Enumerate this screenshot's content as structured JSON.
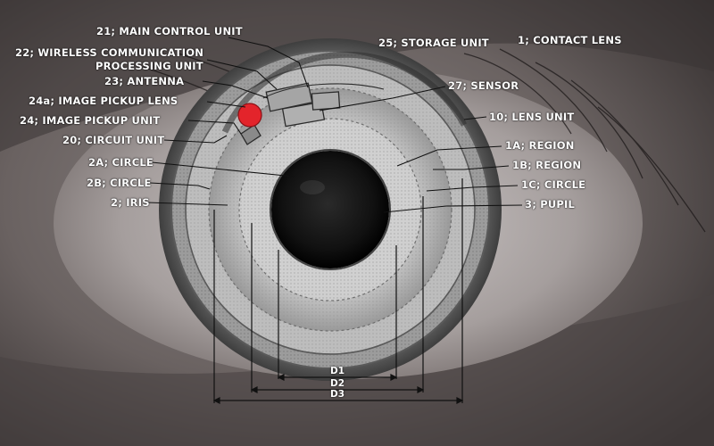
{
  "labels": {
    "l21": "21; MAIN CONTROL UNIT",
    "l22a": "22; WIRELESS COMMUNICATION",
    "l22b": "PROCESSING UNIT",
    "l23": "23; ANTENNA",
    "l24a": "24a; IMAGE PICKUP LENS",
    "l24": "24; IMAGE PICKUP UNIT",
    "l20": "20; CIRCUIT UNIT",
    "l2A": "2A; CIRCLE",
    "l2B": "2B; CIRCLE",
    "l2": "2; IRIS",
    "l25": "25; STORAGE UNIT",
    "l1": "1; CONTACT LENS",
    "l27": "27; SENSOR",
    "l10": "10; LENS UNIT",
    "l1A": "1A; REGION",
    "l1B": "1B; REGION",
    "l1C": "1C; CIRCLE",
    "l3": "3; PUPIL"
  },
  "dimensions": {
    "d1": "D1",
    "d2": "D2",
    "d3": "D3"
  },
  "colors": {
    "leader_line": "#111111",
    "image_pickup_lens": "#e3242b",
    "label_text": "#ffffff"
  }
}
